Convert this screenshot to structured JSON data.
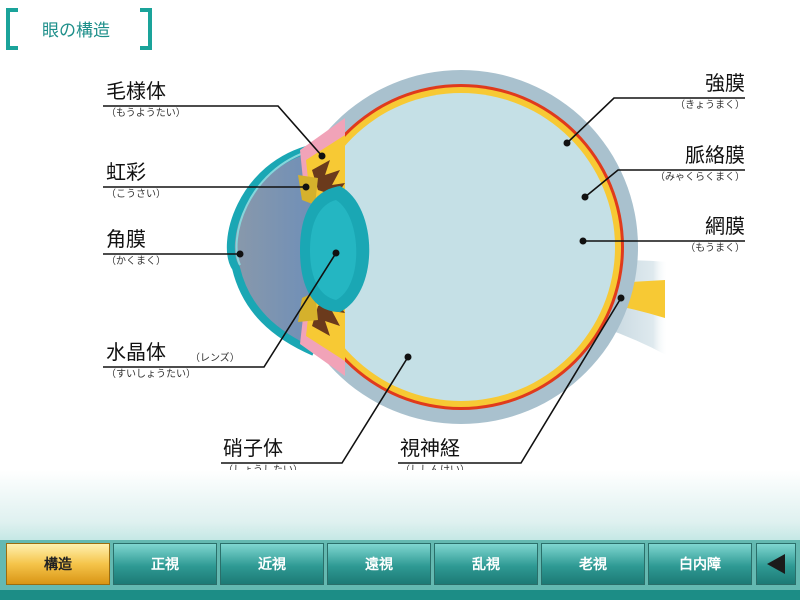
{
  "header": {
    "title": "眼の構造"
  },
  "labels": {
    "ciliary": {
      "main": "毛様体",
      "sub": "（もうようたい）"
    },
    "iris": {
      "main": "虹彩",
      "sub": "（こうさい）"
    },
    "cornea": {
      "main": "角膜",
      "sub": "（かくまく）"
    },
    "lens": {
      "main": "水晶体",
      "extra": "（レンズ）",
      "sub": "（すいしょうたい）"
    },
    "vitreous": {
      "main": "硝子体",
      "sub": "（しょうしたい）"
    },
    "optic_nerve": {
      "main": "視神経",
      "sub": "（ししんけい）"
    },
    "sclera": {
      "main": "強膜",
      "sub": "（きょうまく）"
    },
    "choroid": {
      "main": "脈絡膜",
      "sub": "（みゃくらくまく）"
    },
    "retina": {
      "main": "網膜",
      "sub": "（もうまく）"
    }
  },
  "tabs": [
    {
      "label": "構造",
      "active": true
    },
    {
      "label": "正視",
      "active": false
    },
    {
      "label": "近視",
      "active": false
    },
    {
      "label": "遠視",
      "active": false
    },
    {
      "label": "乱視",
      "active": false
    },
    {
      "label": "老視",
      "active": false
    },
    {
      "label": "白内障",
      "active": false
    }
  ],
  "colors": {
    "accent": "#1aa39a",
    "sclera": "#a9c1ce",
    "choroid": "#e03a1c",
    "retina": "#f7c934",
    "vitreous": "#c5e0e6",
    "lens": "#1aa7b4",
    "active_tab": "#f5c44a"
  }
}
